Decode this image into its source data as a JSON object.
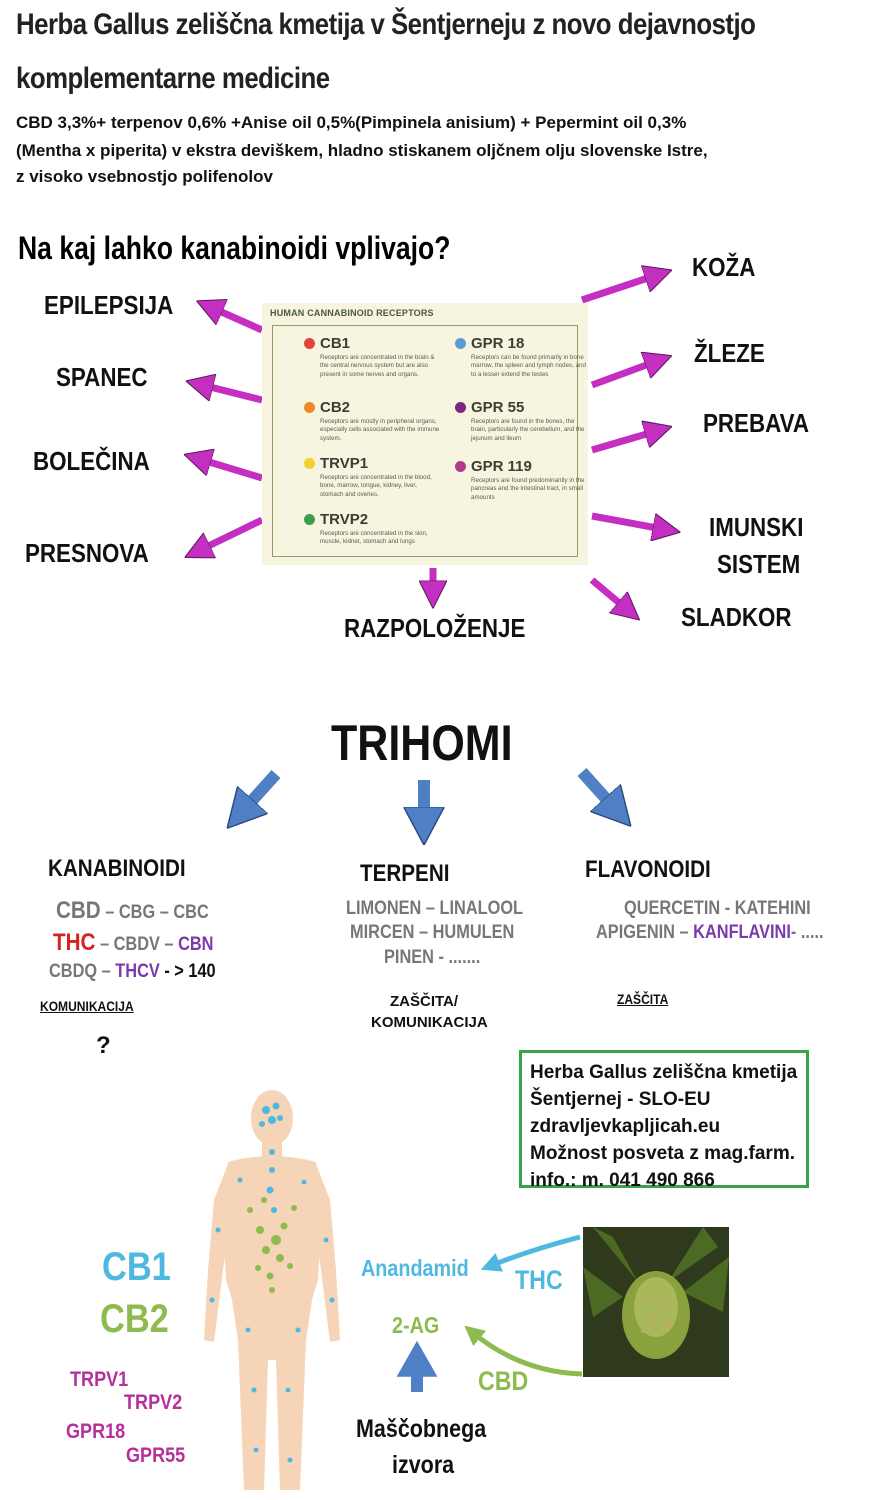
{
  "header": {
    "title_line1": "Herba Gallus zeliščna kmetija v Šentjerneju z novo dejavnostjo",
    "title_line2": "komplementarne medicine",
    "desc_line1": "CBD 3,3%+ terpenov 0,6% +Anise oil  0,5%(Pimpinela anisium)  + Pepermint oil 0,3%",
    "desc_line2": "(Mentha x piperita) v ekstra deviškem, hladno stiskanem oljčnem olju slovenske Istre,",
    "desc_line3": "z visoko vsebnostjo polifenolov"
  },
  "effects": {
    "heading": "Na kaj lahko kanabinoidi vplivajo?",
    "left": [
      "EPILEPSIJA",
      "SPANEC",
      "BOLEČINA",
      "PRESNOVA"
    ],
    "right": [
      "KOŽA",
      "ŽLEZE",
      "PREBAVA",
      "IMUNSKI",
      "SISTEM",
      "SLADKOR"
    ],
    "bottom": "RAZPOLOŽENJE"
  },
  "receptors": {
    "title": "HUMAN CANNABINOID RECEPTORS",
    "items": [
      {
        "name": "CB1",
        "color": "#e0463a",
        "text": "Receptors are concentrated in the brain & the central nervous system but are also present in some nerves and organs."
      },
      {
        "name": "GPR 18",
        "color": "#5b9bd5",
        "text": "Receptors can be found primarily in bone marrow, the spleen and lymph nodes, and to a lesser extend the testes"
      },
      {
        "name": "CB2",
        "color": "#ee8a2c",
        "text": "Receptors are mostly in peripheral organs, especially cells associated with the immune system."
      },
      {
        "name": "GPR 55",
        "color": "#7b2a7b",
        "text": "Receptors are found in the bones, the brain, particularly the cerebellum, and the jejunum and ileum"
      },
      {
        "name": "TRVP1",
        "color": "#f2d130",
        "text": "Receptors are concentrated in the blood, bone, marrow, tongue, kidney, liver, stomach and overies."
      },
      {
        "name": "GPR 119",
        "color": "#b23c8c",
        "text": "Receptors are found predominantly in the pancreas and the intestinal tract, in small amounts"
      },
      {
        "name": "TRVP2",
        "color": "#3aa04a",
        "text": "Receptors are concentrated in the skin, muscle, kidnet, stomach and lungs"
      }
    ]
  },
  "trihomi": {
    "title": "TRIHOMI",
    "kanabinoidi": {
      "label": "KANABINOIDI",
      "l1a": "CBD",
      "l1b": " – CBG – CBC",
      "l2a": "THC",
      "l2b": " – CBDV – ",
      "l2c": "CBN",
      "l3a": "CBDQ – ",
      "l3b": "THCV",
      "l3c": " - > 140",
      "note": "KOMUNIKACIJA",
      "question": "?"
    },
    "terpeni": {
      "label": "TERPENI",
      "l1": "LIMONEN – LINALOOL",
      "l2": "MIRCEN – HUMULEN",
      "l3": "PINEN - .......",
      "note1": "ZAŠČITA/",
      "note2": "KOMUNIKACIJA"
    },
    "flavonoidi": {
      "label": "FLAVONOIDI",
      "l1": "QUERCETIN - KATEHINI",
      "l2a": "APIGENIN – ",
      "l2b": "KANFLAVINI",
      "l2c": "- .....",
      "note": "ZAŠČITA"
    }
  },
  "info_box": {
    "line1": "Herba Gallus zeliščna kmetija",
    "line2": "Šentjernej - SLO-EU",
    "line3": "zdravljevkapljicah.eu",
    "line4": "Možnost posveta z mag.farm.",
    "line5": "info.: m. 041 490 866"
  },
  "body_section": {
    "cb1": "CB1",
    "cb2": "CB2",
    "trp": [
      "TRPV1",
      "TRPV2",
      "GPR18",
      "GPR55"
    ],
    "anandamid": "Anandamid",
    "thc": "THC",
    "two_ag": "2-AG",
    "cbd": "CBD",
    "source_line1": "Maščobnega",
    "source_line2": "izvora"
  },
  "colors": {
    "magenta_arrow": "#c42fc2",
    "blue_arrow": "#4f7fc4",
    "light_blue": "#4fb8e0",
    "green": "#8dbb4e",
    "pink_text": "#b5309a",
    "red": "#d4221f",
    "purple": "#7b3aa8",
    "box_border": "#3aa24a",
    "skin": "#f6d4b8"
  }
}
